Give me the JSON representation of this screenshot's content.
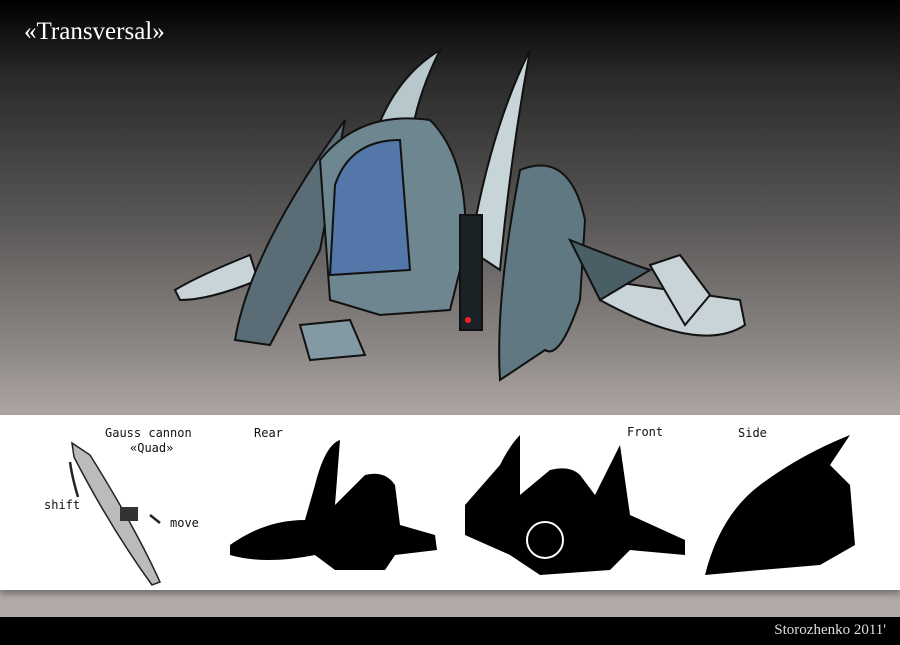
{
  "title": "«Transversal»",
  "views": {
    "gauss_label_1": "Gauss cannon",
    "gauss_label_2": "«Quad»",
    "shift": "shift",
    "move": "move",
    "rear": "Rear",
    "front": "Front",
    "side": "Side"
  },
  "credit": "Storozhenko  2011'"
}
